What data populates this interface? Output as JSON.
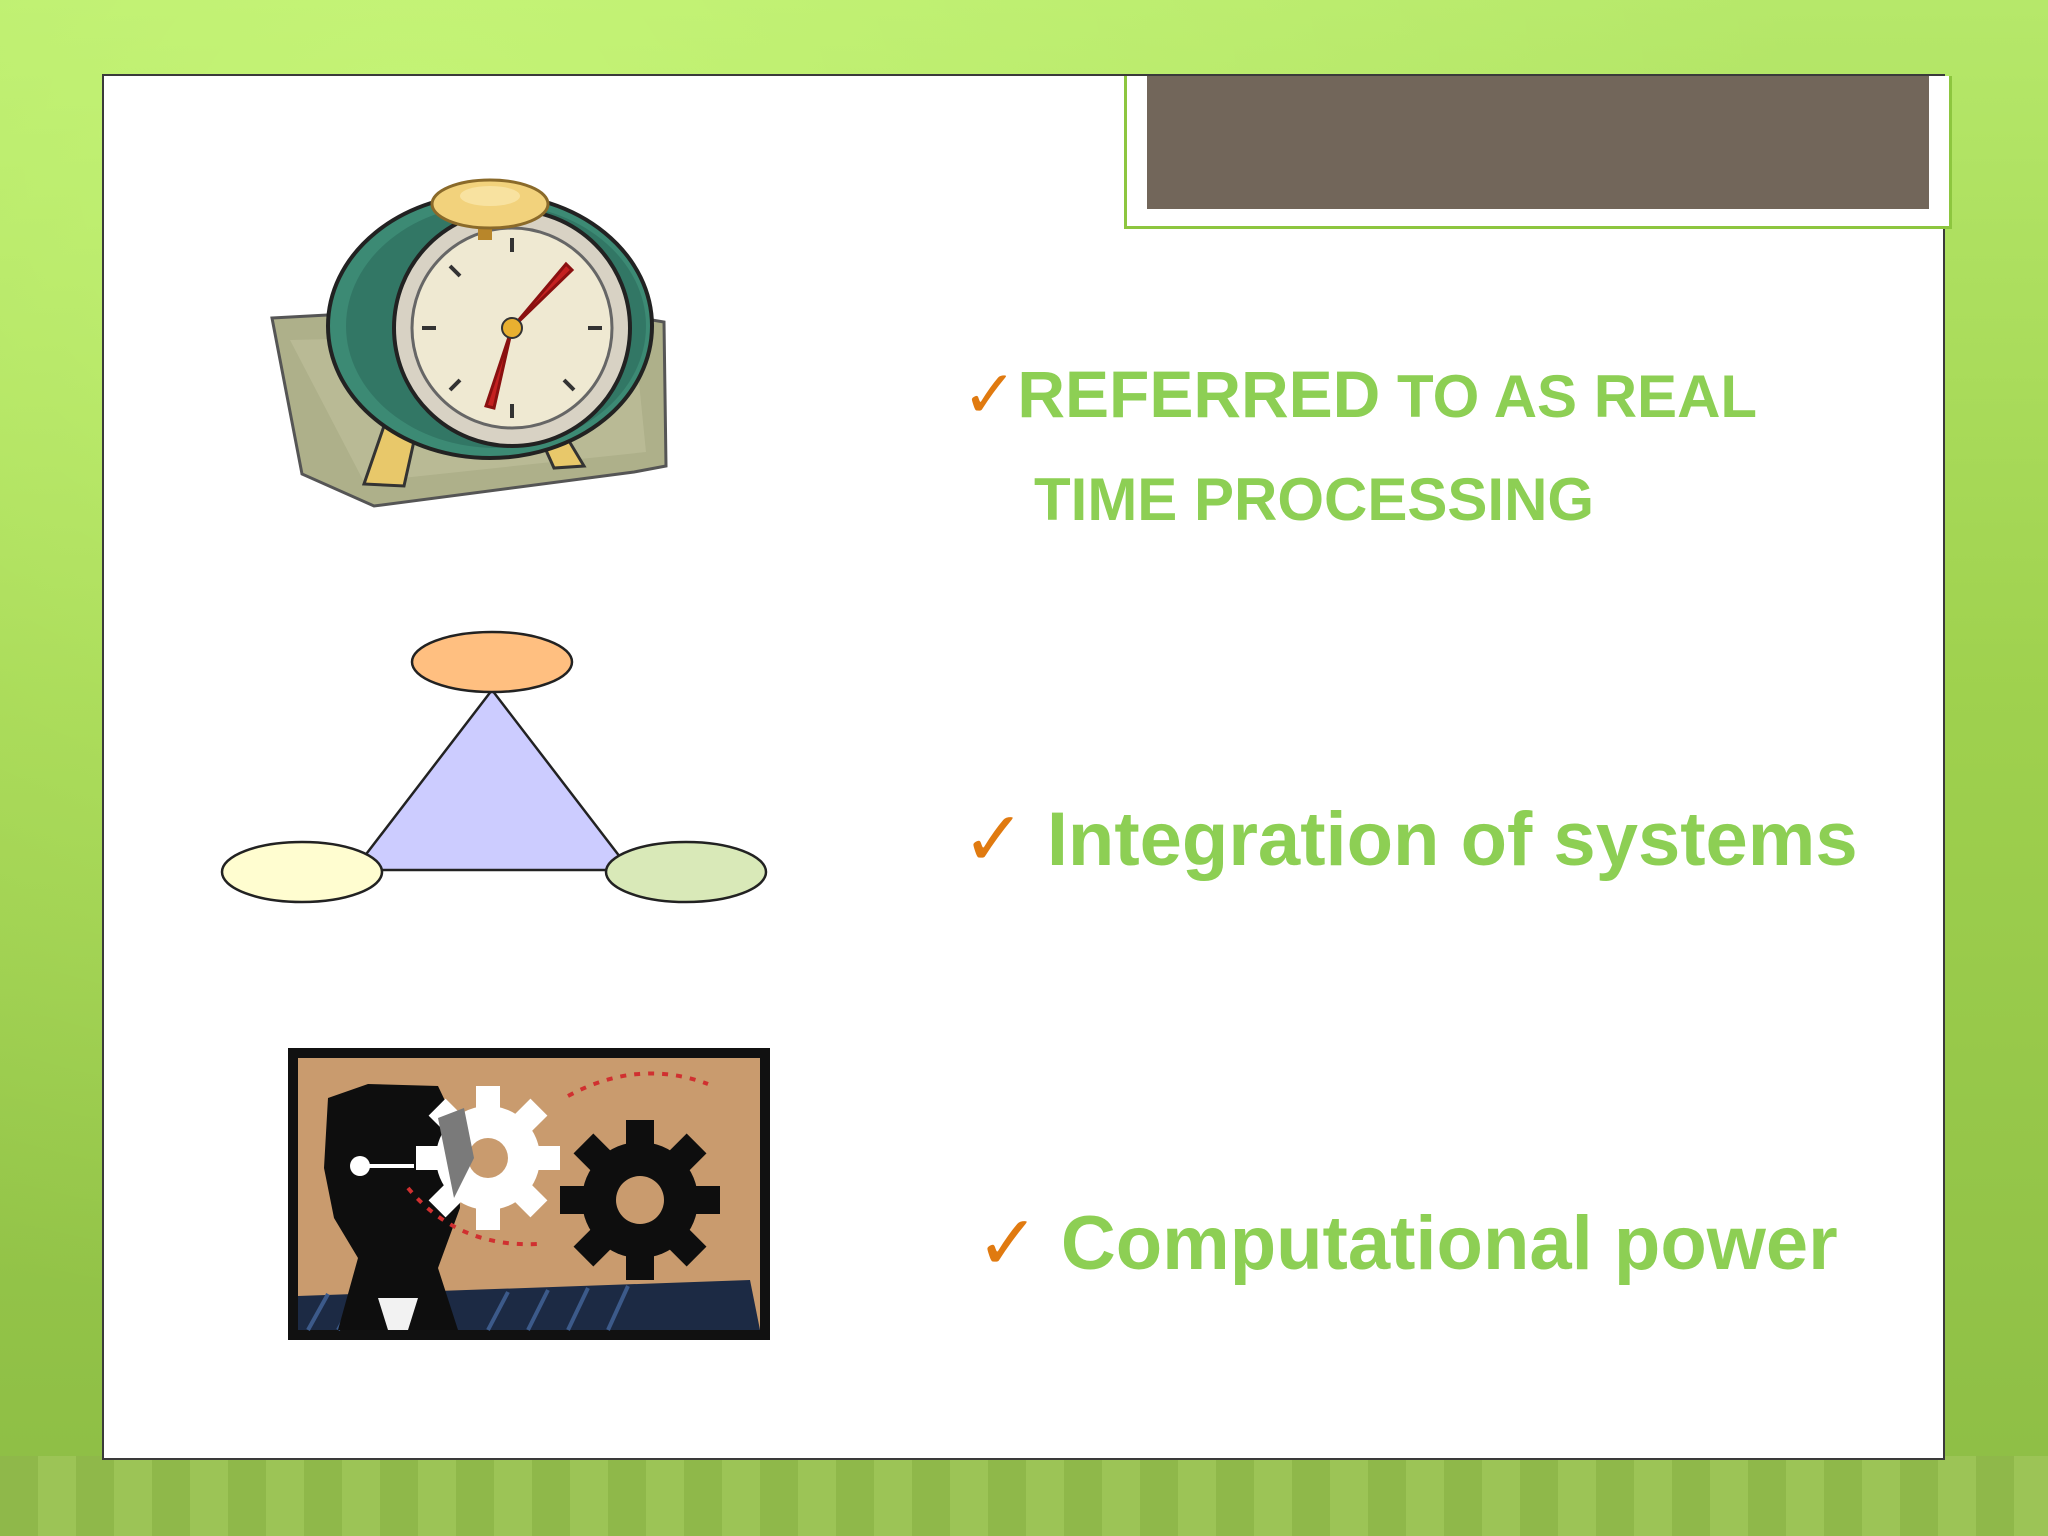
{
  "slide": {
    "title": "",
    "bullets": [
      {
        "check": "✓",
        "line1_big": "REFERRED",
        "line1_rest": " TO AS REAL",
        "line2": "TIME PROCESSING"
      },
      {
        "check": "✓",
        "text": "Integration of systems"
      },
      {
        "check": "✓",
        "text": "Computational power"
      }
    ]
  },
  "colors": {
    "accent_green": "#8dcf54",
    "check_orange": "#e07a10",
    "title_bar": "#72665a",
    "frame_green": "#8dc63f"
  },
  "icons": [
    "alarm-clock-icon",
    "triangle-diagram-icon",
    "head-gears-icon"
  ]
}
